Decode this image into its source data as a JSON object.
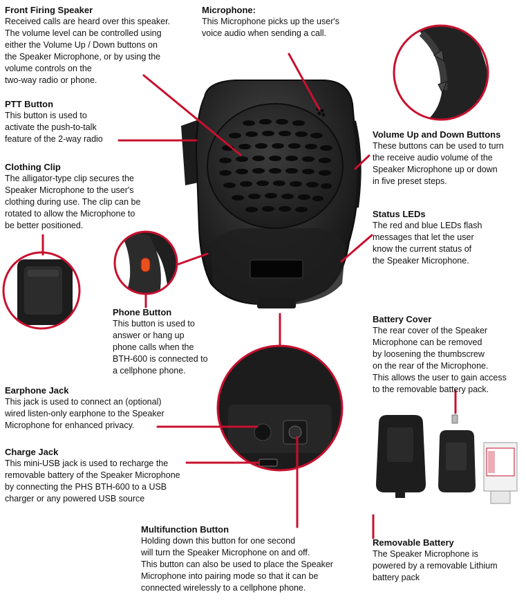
{
  "callouts": {
    "front_speaker": {
      "title": "Front Firing Speaker",
      "desc": "Received calls are heard over this speaker.\nThe volume level can be controlled using\neither the Volume Up / Down buttons on\nthe Speaker Microphone, or by using the\nvolume controls on the\ntwo-way radio or phone."
    },
    "microphone": {
      "title": "Microphone:",
      "desc": "This Microphone picks up the user's\nvoice audio when sending a call."
    },
    "ptt_button": {
      "title": "PTT Button",
      "desc": "This button is used to\nactivate the push-to-talk\nfeature of the 2-way radio"
    },
    "clothing_clip": {
      "title": "Clothing Clip",
      "desc": "The alligator-type clip secures the\nSpeaker Microphone to the user's\nclothing during use. The clip can be\nrotated to allow the Microphone to\nbe better positioned."
    },
    "volume_buttons": {
      "title": "Volume Up and Down Buttons",
      "desc": "These buttons can be used to turn\nthe receive audio volume of the\nSpeaker Microphone up or down\nin five preset steps."
    },
    "status_leds": {
      "title": "Status LEDs",
      "desc": "The red and blue LEDs flash\nmessages that let the user\nknow the current status of\nthe Speaker Microphone."
    },
    "phone_button": {
      "title": "Phone Button",
      "desc": "This button is used to\nanswer or hang up\nphone calls when the\nBTH-600 is connected to\na cellphone phone."
    },
    "battery_cover": {
      "title": "Battery Cover",
      "desc": "The rear cover of the Speaker\nMicrophone can be removed\nby loosening the thumbscrew\non the rear of the Microphone.\nThis allows the user to gain access\nto the removable battery pack."
    },
    "earphone_jack": {
      "title": "Earphone Jack",
      "desc": "This jack is used to connect an (optional)\nwired listen-only earphone to the Speaker\nMicrophone for  enhanced privacy."
    },
    "charge_jack": {
      "title": "Charge Jack",
      "desc": "This mini-USB jack is used to recharge the\nremovable battery of the Speaker Microphone\nby connecting the PHS BTH-600 to a USB\ncharger or any powered USB source"
    },
    "multifunction_button": {
      "title": "Multifunction Button",
      "desc": "Holding down this button for one second\nwill turn the Speaker Microphone on and off.\nThis button can also be used to place the Speaker\nMicrophone into pairing mode so that it can be\nconnected wirelessly to a cellphone phone."
    },
    "removable_battery": {
      "title": "Removable Battery",
      "desc": "The Speaker Microphone is\npowered by a removable Lithium\nbattery pack"
    }
  },
  "colors": {
    "leader_line": "#c8102e",
    "device_body": "#2a2a2a",
    "circle_border": "#c8102e",
    "phone_button_led": "#e8501e"
  }
}
